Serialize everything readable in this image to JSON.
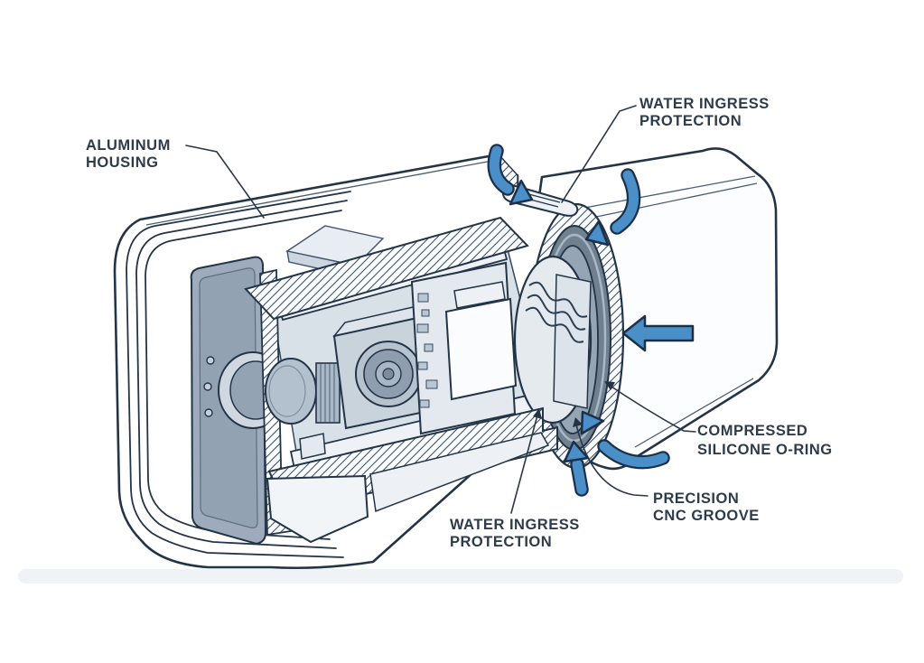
{
  "figure": {
    "type": "technical cutaway illustration",
    "subject": "Waterproof camera aluminum housing cross-section",
    "background": "#ffffff"
  },
  "labels": {
    "aluminum_housing": {
      "line1": "ALUMINUM",
      "line2": "HOUSING"
    },
    "water_ingress_top": {
      "line1": "WATER INGRESS",
      "line2": "PROTECTION"
    },
    "compressed_oring": {
      "line1": "COMPRESSED",
      "line2": "SILICONE O-RING"
    },
    "precision_groove": {
      "line1": "PRECISION",
      "line2": "CNC GROOVE"
    },
    "water_ingress_bottom": {
      "line1": "WATER INGRESS",
      "line2": "PROTECTION"
    }
  },
  "icons": {
    "water_flow_arrows": [
      "water-ingress-arrow-top-left",
      "water-ingress-arrow-top-right",
      "water-ingress-arrow-right",
      "water-ingress-arrow-bottom-right",
      "water-ingress-arrow-bottom"
    ]
  },
  "colors": {
    "outline": "#243447",
    "label_text": "#2e3b4a",
    "arrow_blue": "#4a8fc8",
    "shell_light": "#f6f8fa",
    "back_panel_slate": "#9dabbc",
    "o_ring_dark": "#70808f",
    "hatch_line": "#41536a"
  }
}
